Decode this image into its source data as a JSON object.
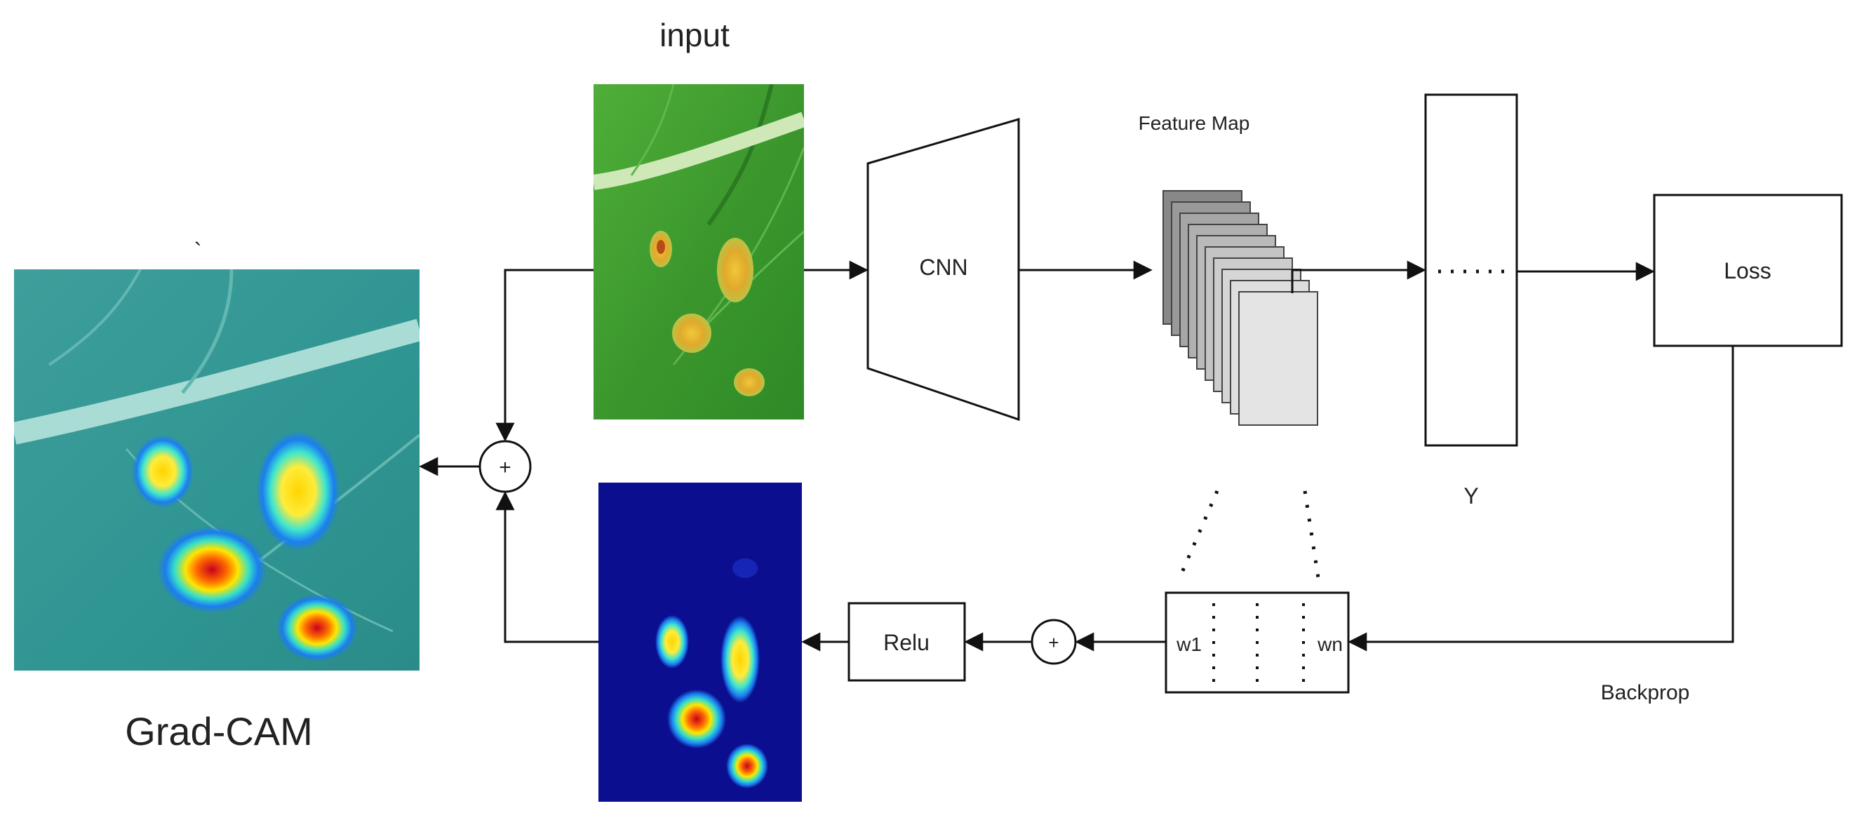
{
  "labels": {
    "input": "input",
    "gradcam": "Grad-CAM",
    "cnn": "CNN",
    "feature_map": "Feature Map",
    "y": "Y",
    "loss": "Loss",
    "relu": "Relu",
    "backprop": "Backprop",
    "plus": "+",
    "w1": "w1",
    "wn": "wn",
    "tick_mark": "`"
  },
  "colors": {
    "leaf_green": "#3f9a2e",
    "leaf_light": "#6cc04a",
    "vein": "#cfe8b8",
    "lesion": "#e5b52a",
    "gradcam_base": "#3aa69a",
    "heatmap_bg": "#0b0f8f",
    "stroke": "#111111"
  },
  "icons": {
    "sum_node": "circle-plus-icon",
    "arrow": "arrow-head-icon"
  }
}
